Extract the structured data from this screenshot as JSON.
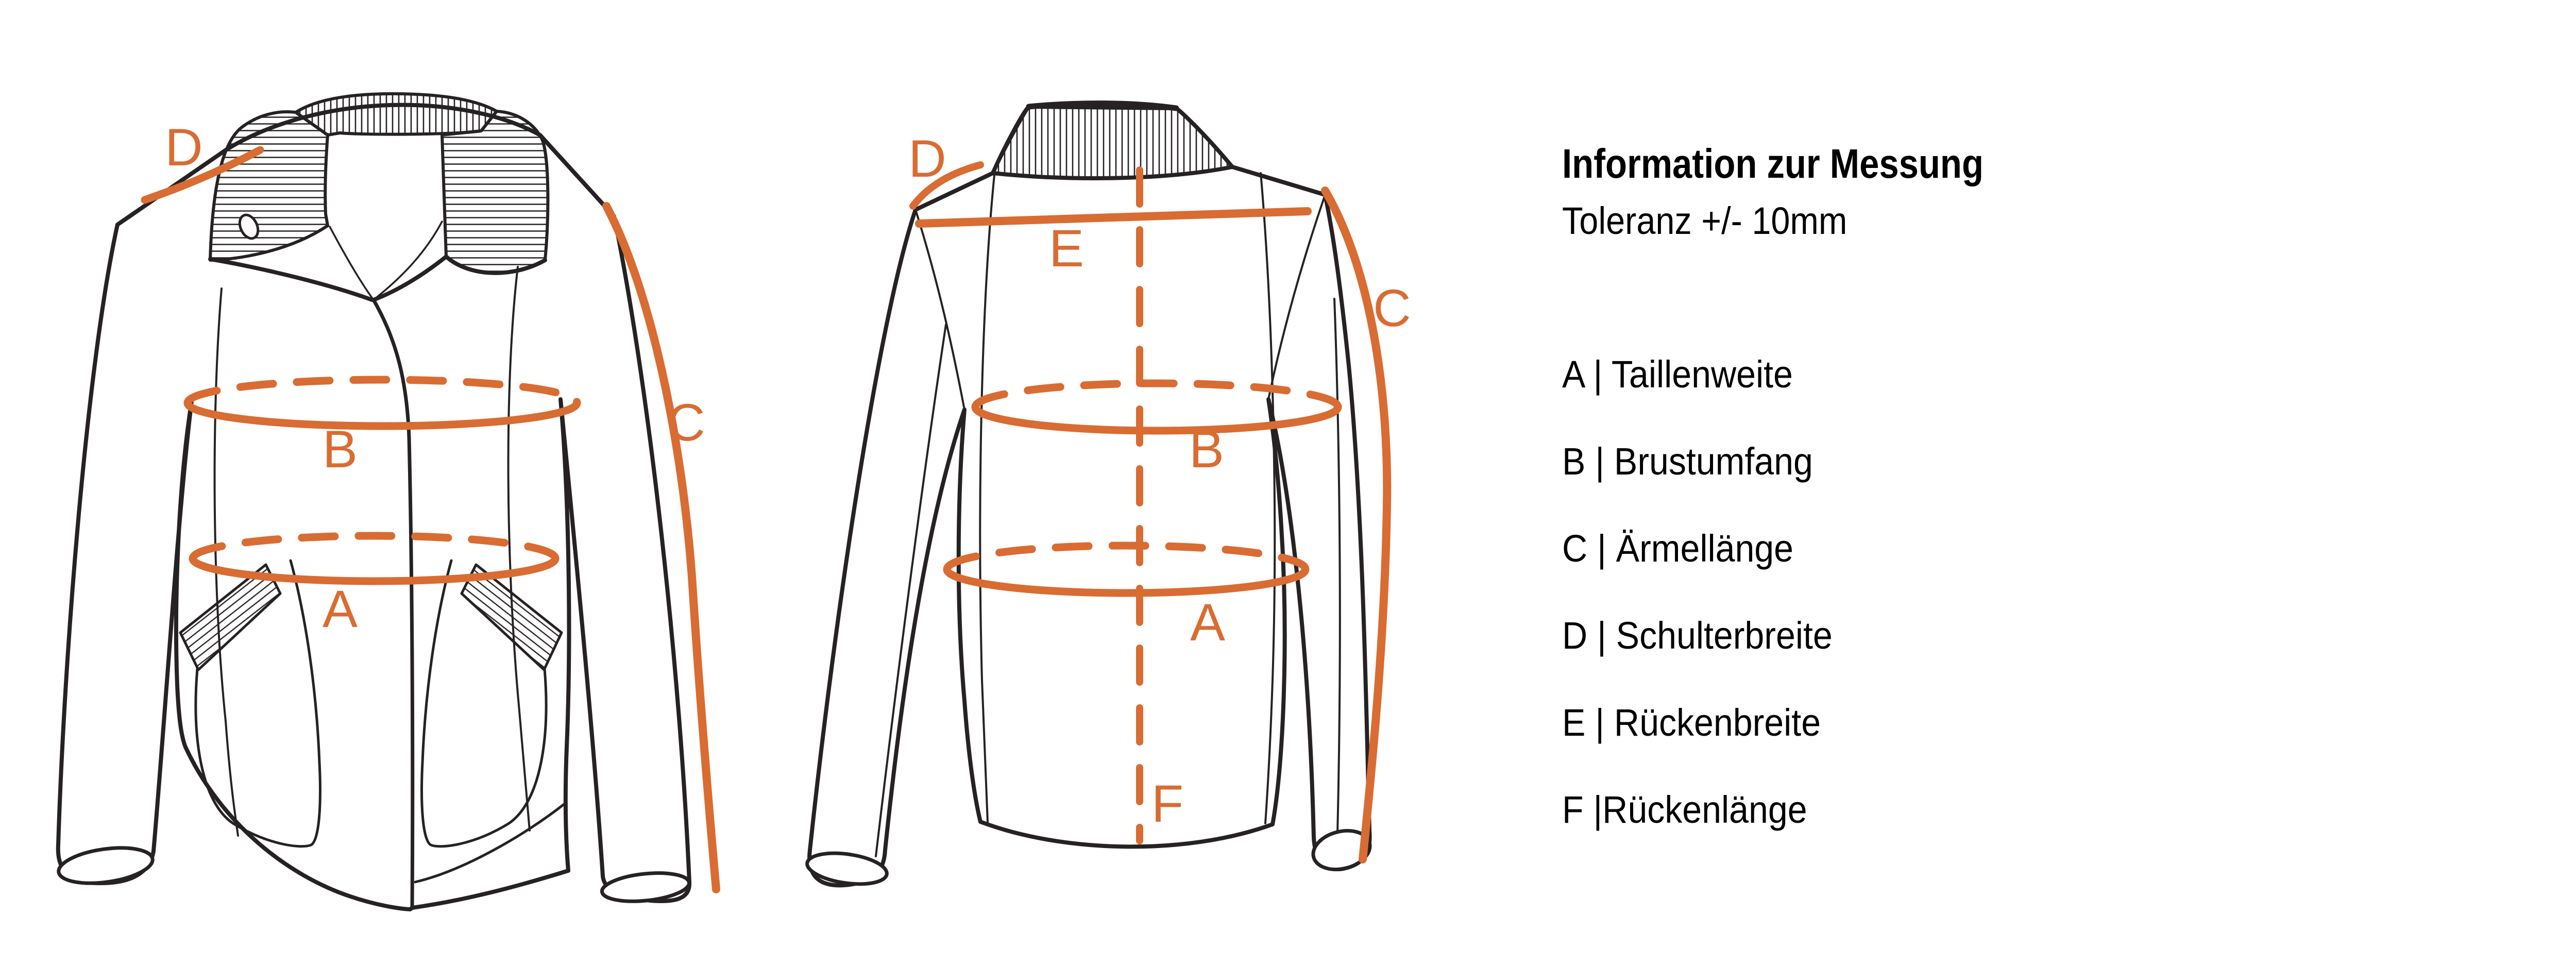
{
  "colors": {
    "accent_orange": "#D96C32",
    "ink_black": "#262223",
    "background": "#FFFFFF"
  },
  "info_panel": {
    "title": "Information zur Messung",
    "subtitle": "Toleranz +/- 10mm",
    "items": [
      {
        "letter": "A",
        "separator": "|",
        "name": "Taillenweite",
        "display": "A | Taillenweite"
      },
      {
        "letter": "B",
        "separator": "|",
        "name": "Brustumfang",
        "display": "B | Brustumfang"
      },
      {
        "letter": "C",
        "separator": "|",
        "name": "Ärmellänge",
        "display": "C | Ärmellänge"
      },
      {
        "letter": "D",
        "separator": "|",
        "name": "Schulterbreite",
        "display": "D | Schulterbreite"
      },
      {
        "letter": "E",
        "separator": "|",
        "name": "Rückenbreite",
        "display": "E | Rückenbreite"
      },
      {
        "letter": "F",
        "separator": "|",
        "name": "Rückenlänge",
        "display": "F |Rückenlänge"
      }
    ]
  },
  "front_view": {
    "letters": {
      "d": "D",
      "b": "B",
      "a": "A",
      "c": "C"
    }
  },
  "back_view": {
    "letters": {
      "d": "D",
      "e": "E",
      "b": "B",
      "a": "A",
      "c": "C",
      "f": "F"
    }
  }
}
